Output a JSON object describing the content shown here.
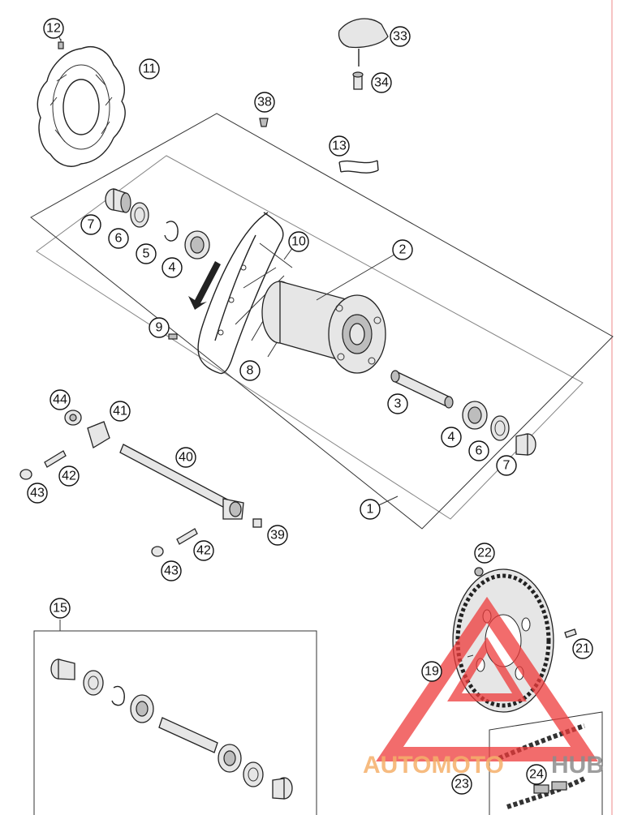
{
  "callouts": [
    {
      "id": "1",
      "label": "1"
    },
    {
      "id": "2",
      "label": "2"
    },
    {
      "id": "3",
      "label": "3"
    },
    {
      "id": "4a",
      "label": "4"
    },
    {
      "id": "4b",
      "label": "4"
    },
    {
      "id": "5",
      "label": "5"
    },
    {
      "id": "6a",
      "label": "6"
    },
    {
      "id": "6b",
      "label": "6"
    },
    {
      "id": "7a",
      "label": "7"
    },
    {
      "id": "7b",
      "label": "7"
    },
    {
      "id": "8",
      "label": "8"
    },
    {
      "id": "9",
      "label": "9"
    },
    {
      "id": "10",
      "label": "10"
    },
    {
      "id": "11",
      "label": "11"
    },
    {
      "id": "12",
      "label": "12"
    },
    {
      "id": "13",
      "label": "13"
    },
    {
      "id": "15",
      "label": "15"
    },
    {
      "id": "19",
      "label": "19"
    },
    {
      "id": "21",
      "label": "21"
    },
    {
      "id": "22",
      "label": "22"
    },
    {
      "id": "23",
      "label": "23"
    },
    {
      "id": "24",
      "label": "24"
    },
    {
      "id": "33",
      "label": "33"
    },
    {
      "id": "34",
      "label": "34"
    },
    {
      "id": "38",
      "label": "38"
    },
    {
      "id": "39",
      "label": "39"
    },
    {
      "id": "40",
      "label": "40"
    },
    {
      "id": "41",
      "label": "41"
    },
    {
      "id": "42a",
      "label": "42"
    },
    {
      "id": "42b",
      "label": "42"
    },
    {
      "id": "43a",
      "label": "43"
    },
    {
      "id": "43b",
      "label": "43"
    },
    {
      "id": "44",
      "label": "44"
    }
  ],
  "watermark": {
    "text_part1": "AUTOMOTO",
    "text_part2": "HUB",
    "color1": "#f5b06a",
    "color2": "#8c8c8c",
    "logo_color": "#ee3b3b"
  }
}
